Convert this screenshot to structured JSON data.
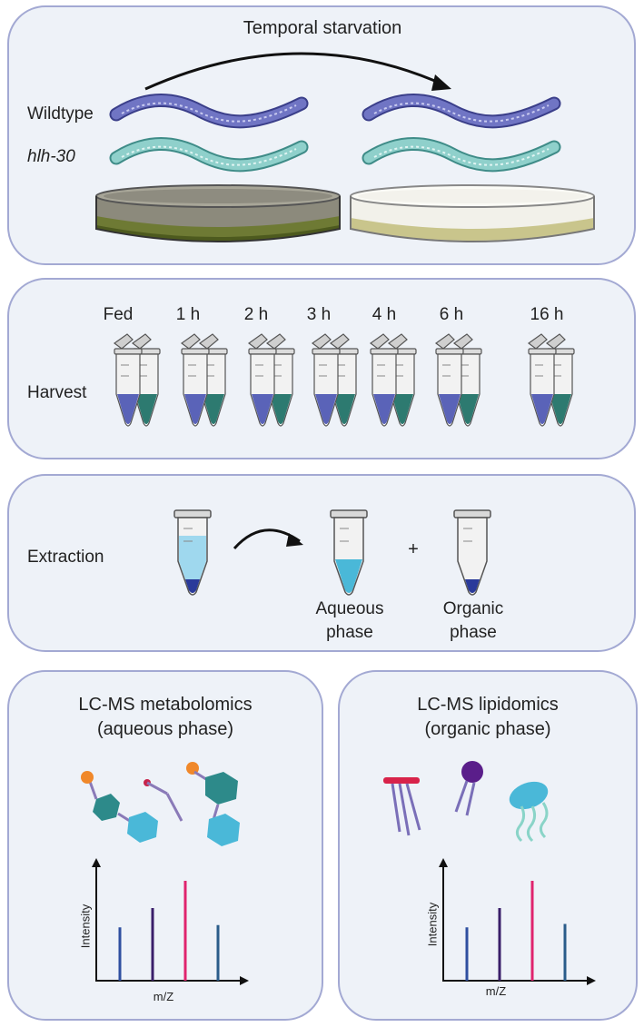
{
  "panel1": {
    "title": "Temporal starvation",
    "strain1": "Wildtype",
    "strain2": "hlh-30"
  },
  "panel2": {
    "row_label": "Harvest",
    "timepoints": [
      "Fed",
      "1 h",
      "2 h",
      "3 h",
      "4 h",
      "6 h",
      "16 h"
    ]
  },
  "panel3": {
    "row_label": "Extraction",
    "plus": "+",
    "aqueous_line1": "Aqueous",
    "aqueous_line2": "phase",
    "organic_line1": "Organic",
    "organic_line2": "phase"
  },
  "panel4": {
    "title_line1": "LC-MS metabolomics",
    "title_line2": "(aqueous phase)",
    "ylabel": "Intensity",
    "xlabel": "m/Z"
  },
  "panel5": {
    "title_line1": "LC-MS lipidomics",
    "title_line2": "(organic phase)",
    "ylabel": "Intensity",
    "xlabel": "m/Z"
  },
  "colors": {
    "panel_border": "#a3a9d3",
    "panel_fill": "#eef2f8",
    "wildtype_worm": "#6b6fc0",
    "hlh30_worm": "#7cc4c0",
    "tube_blue": "#5a63b8",
    "tube_teal": "#2d7a70",
    "aqueous": "#4ab8d8",
    "organic": "#2a3a9a",
    "peak_blue": "#2f4fa0",
    "peak_purple": "#3a1f6a",
    "peak_magenta": "#e0246e",
    "peak_steel": "#2a5c8a"
  },
  "chart_data": [
    {
      "type": "bar",
      "title": "LC-MS metabolomics (aqueous phase)",
      "xlabel": "m/Z",
      "ylabel": "Intensity",
      "values": [
        0.47,
        0.64,
        0.88,
        0.49
      ],
      "colors": [
        "#2f4fa0",
        "#3a1f6a",
        "#e0246e",
        "#2a5c8a"
      ]
    },
    {
      "type": "bar",
      "title": "LC-MS lipidomics (organic phase)",
      "xlabel": "m/Z",
      "ylabel": "Intensity",
      "values": [
        0.47,
        0.64,
        0.88,
        0.5
      ],
      "colors": [
        "#2f4fa0",
        "#3a1f6a",
        "#e0246e",
        "#2a5c8a"
      ]
    }
  ]
}
